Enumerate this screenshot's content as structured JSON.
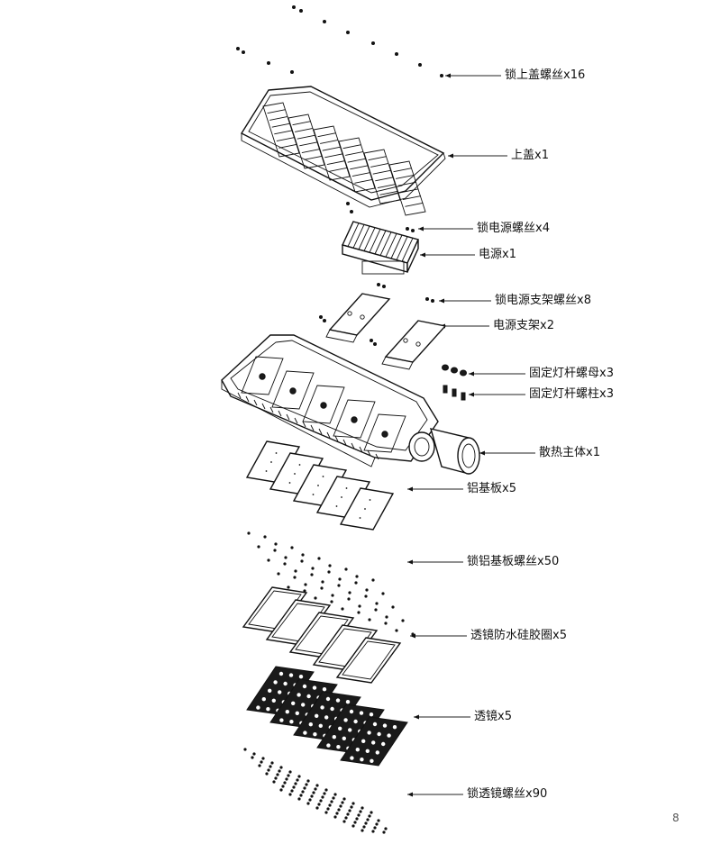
{
  "labels": {
    "lid_screws": "锁上盖螺丝x16",
    "top_cover": "上盖x1",
    "power_screws": "锁电源螺丝x4",
    "power_supply": "电源x1",
    "bracket_screws": "锁电源支架螺丝x8",
    "power_bracket": "电源支架x2",
    "pole_nuts": "固定灯杆螺母x3",
    "pole_studs": "固定灯杆螺柱x3",
    "heat_sink_body": "散热主体x1",
    "aluminum_boards": "铝基板x5",
    "board_screws": "锁铝基板螺丝x50",
    "lens_gaskets": "透镜防水硅胶圈x5",
    "lenses": "透镜x5",
    "lens_screws": "锁透镜螺丝x90"
  },
  "page_number": "8"
}
